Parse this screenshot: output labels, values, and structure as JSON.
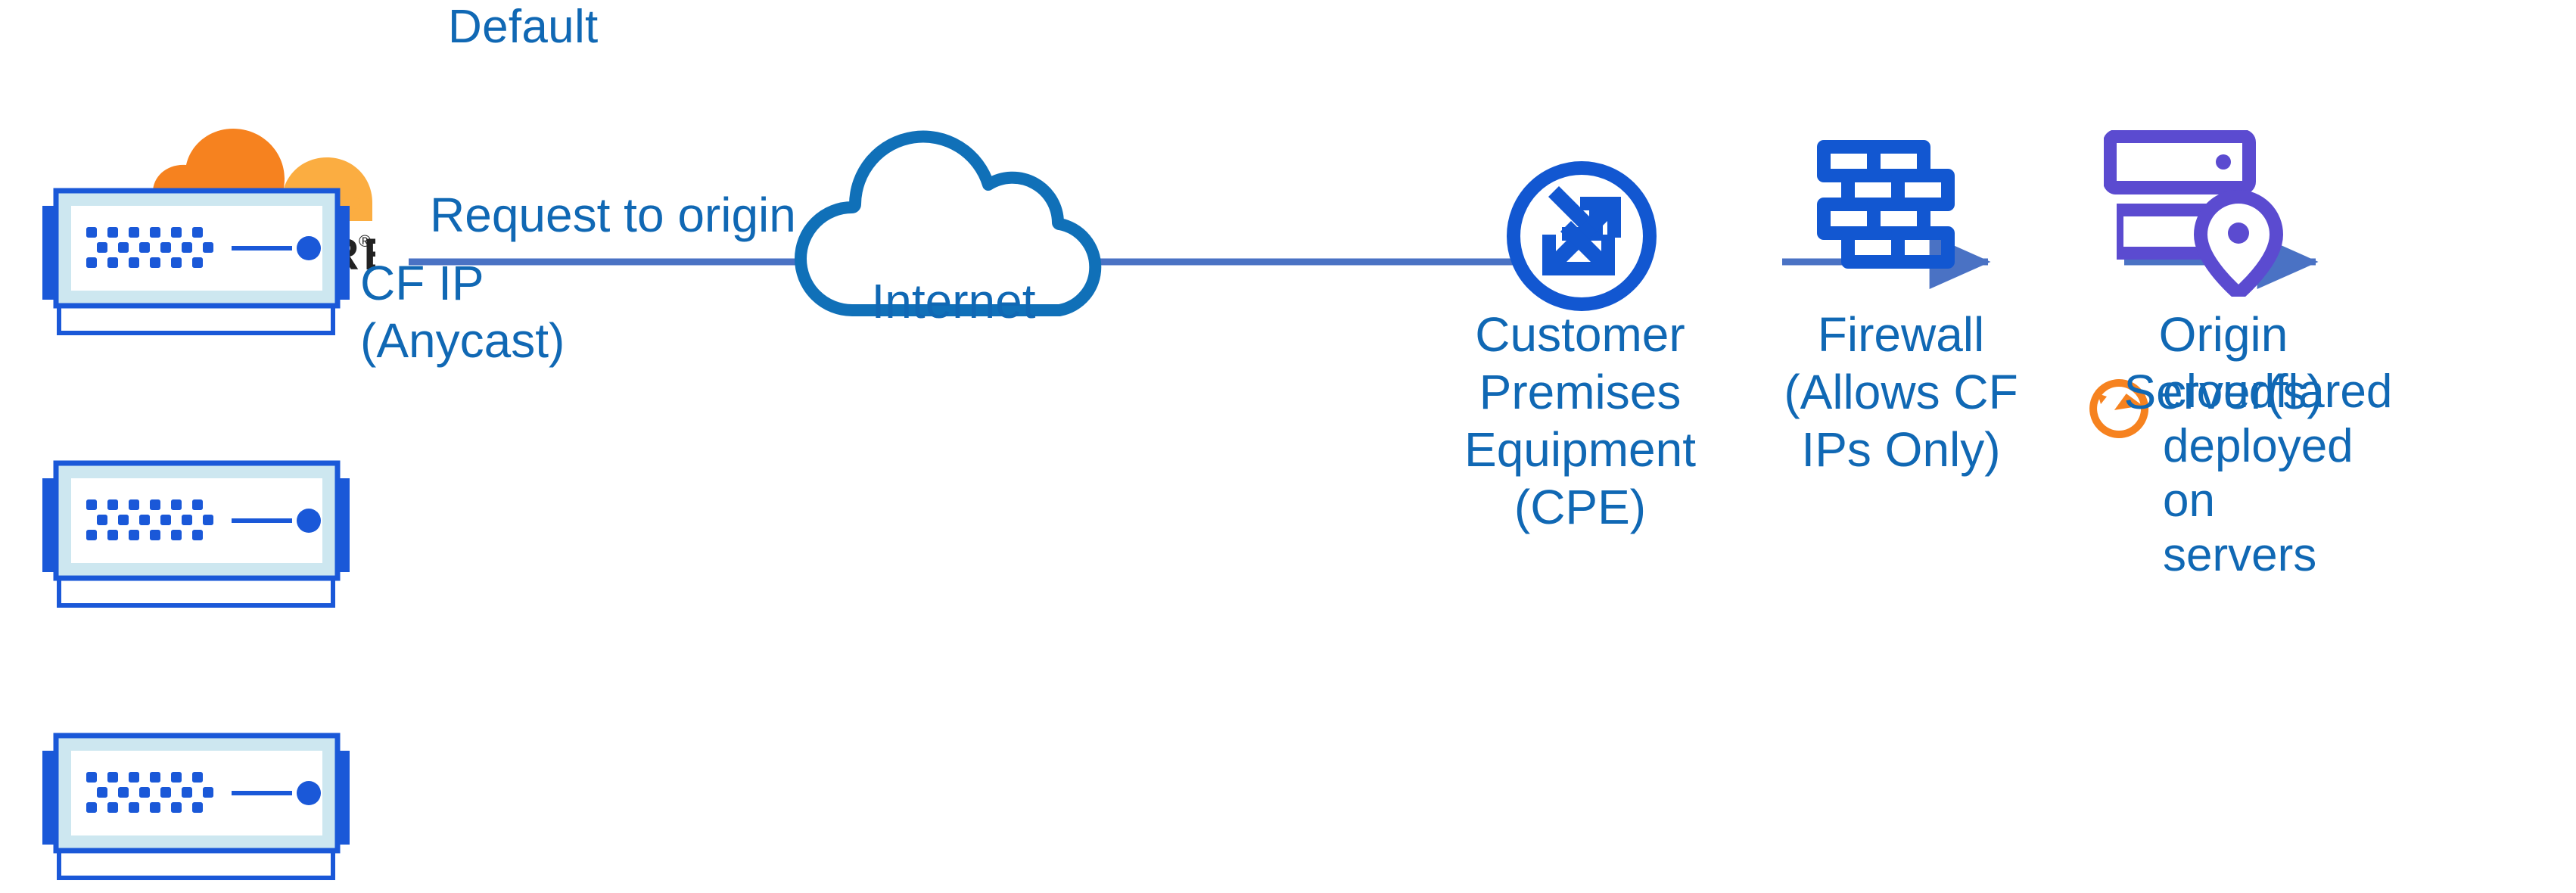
{
  "title": "Default",
  "colors": {
    "title_blue": "#1068B4",
    "label_blue": "#1068B4",
    "cloud_stroke": "#1070B8",
    "node_blue": "#1257D1",
    "arrow_blue": "#4A72C4",
    "origin_purple": "#5B4BD0",
    "cloudflare_orange": "#F6821F",
    "cloudflare_orange_light": "#FBAD41",
    "server_border": "#1A58D8",
    "server_band": "#CDE7F0",
    "wordmark_black": "#222222"
  },
  "logo": {
    "name": "cloudflare-logo",
    "wordmark": "CLOUDFLARE",
    "trademark": "®"
  },
  "edge_servers": [
    {
      "name": "edge-server-1"
    },
    {
      "name": "edge-server-2"
    },
    {
      "name": "edge-server-3"
    }
  ],
  "labels": {
    "request_to_origin": "Request to origin",
    "cf_ip": "CF IP\n(Anycast)",
    "internet": "Internet",
    "cpe": "Customer Premises\nEquipment (CPE)",
    "firewall": "Firewall\n(Allows CF IPs Only)",
    "origin_server": "Origin Server(s)",
    "cloudflared": "cloudflared deployed on servers"
  },
  "nodes": [
    {
      "id": "cloudflare-edge",
      "icon": "server-stack-icon",
      "label": "CF IP (Anycast)"
    },
    {
      "id": "internet",
      "icon": "cloud-icon",
      "label": "Internet"
    },
    {
      "id": "cpe",
      "icon": "router-icon",
      "label": "Customer Premises Equipment (CPE)"
    },
    {
      "id": "firewall",
      "icon": "brick-wall-icon",
      "label": "Firewall (Allows CF IPs Only)"
    },
    {
      "id": "origin",
      "icon": "server-rack-pin-icon",
      "label": "Origin Server(s)"
    }
  ],
  "connectors": [
    {
      "from": "cloudflare-edge",
      "to": "cpe",
      "label": "Request to origin",
      "arrowhead": true
    },
    {
      "from": "cpe",
      "to": "firewall",
      "label": "",
      "arrowhead": true
    },
    {
      "from": "firewall",
      "to": "origin",
      "label": "",
      "arrowhead": true
    }
  ]
}
